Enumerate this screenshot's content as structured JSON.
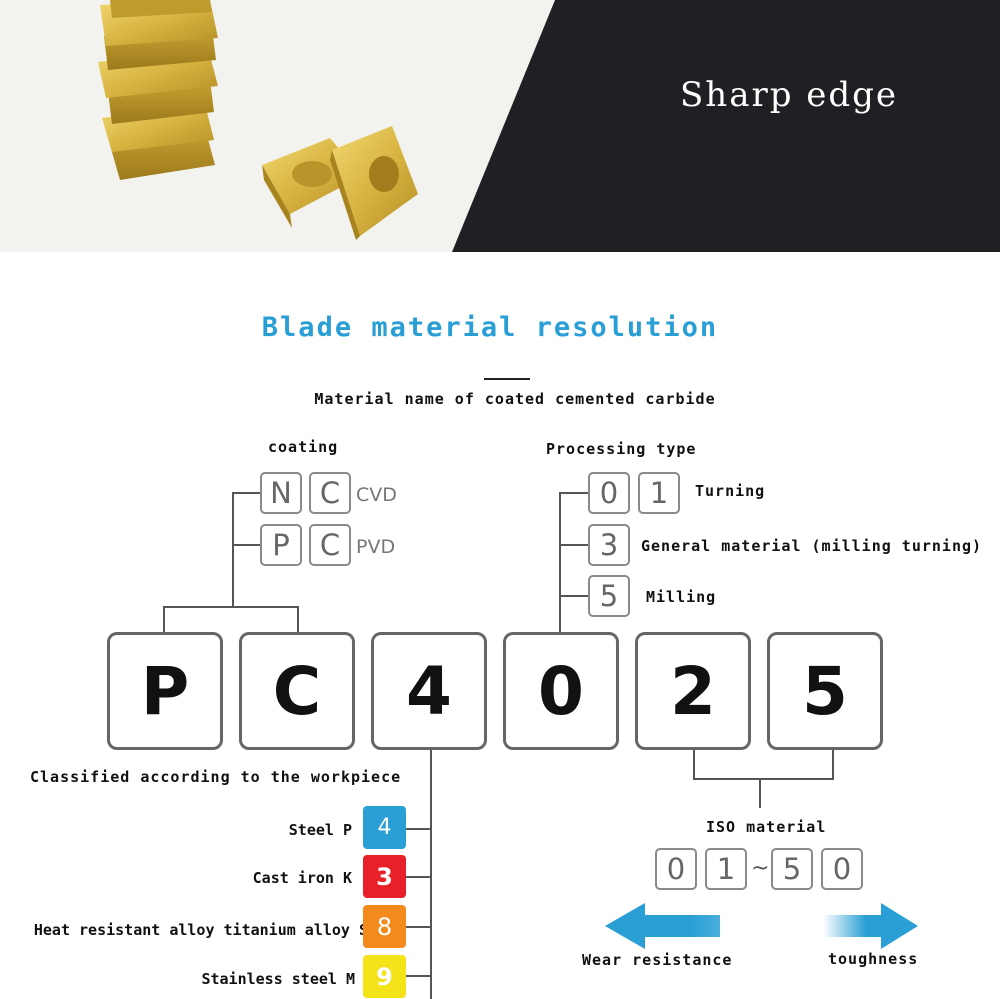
{
  "banner": {
    "headline": "Sharp edge",
    "colors": {
      "left_bg": "#f2f3ee",
      "right_bg": "#202024",
      "insert_gold": "#d9b84a"
    }
  },
  "section": {
    "title": "Blade material resolution",
    "title_color": "#2a9fd6",
    "subtitle": "Material name of coated cemented carbide"
  },
  "coating": {
    "label": "coating",
    "rows": [
      {
        "chars": [
          "N",
          "C"
        ],
        "process": "CVD"
      },
      {
        "chars": [
          "P",
          "C"
        ],
        "process": "PVD"
      }
    ]
  },
  "processing": {
    "label": "Processing type",
    "rows": [
      {
        "digits": [
          "0",
          "1"
        ],
        "text": "Turning"
      },
      {
        "digits": [
          "3"
        ],
        "text": "General material (milling turning)"
      },
      {
        "digits": [
          "5"
        ],
        "text": "Milling"
      }
    ]
  },
  "code": {
    "chars": [
      "P",
      "C",
      "4",
      "0",
      "2",
      "5"
    ]
  },
  "workpiece": {
    "label": "Classified according to the workpiece",
    "items": [
      {
        "name": "Steel P",
        "digit": "4",
        "color": "#2a9fd6"
      },
      {
        "name": "Cast iron K",
        "digit": "3",
        "color": "#e8202a"
      },
      {
        "name": "Heat resistant alloy titanium alloy S",
        "digit": "8",
        "color": "#f28a1e"
      },
      {
        "name": "Stainless steel M",
        "digit": "9",
        "color": "#f5e31a"
      }
    ]
  },
  "iso": {
    "label": "ISO material",
    "range_start": [
      "0",
      "1"
    ],
    "tilde": "~",
    "range_end": [
      "5",
      "0"
    ],
    "left_arrow_label": "Wear resistance",
    "right_arrow_label": "toughness",
    "arrow_color": "#2a9fd6"
  }
}
